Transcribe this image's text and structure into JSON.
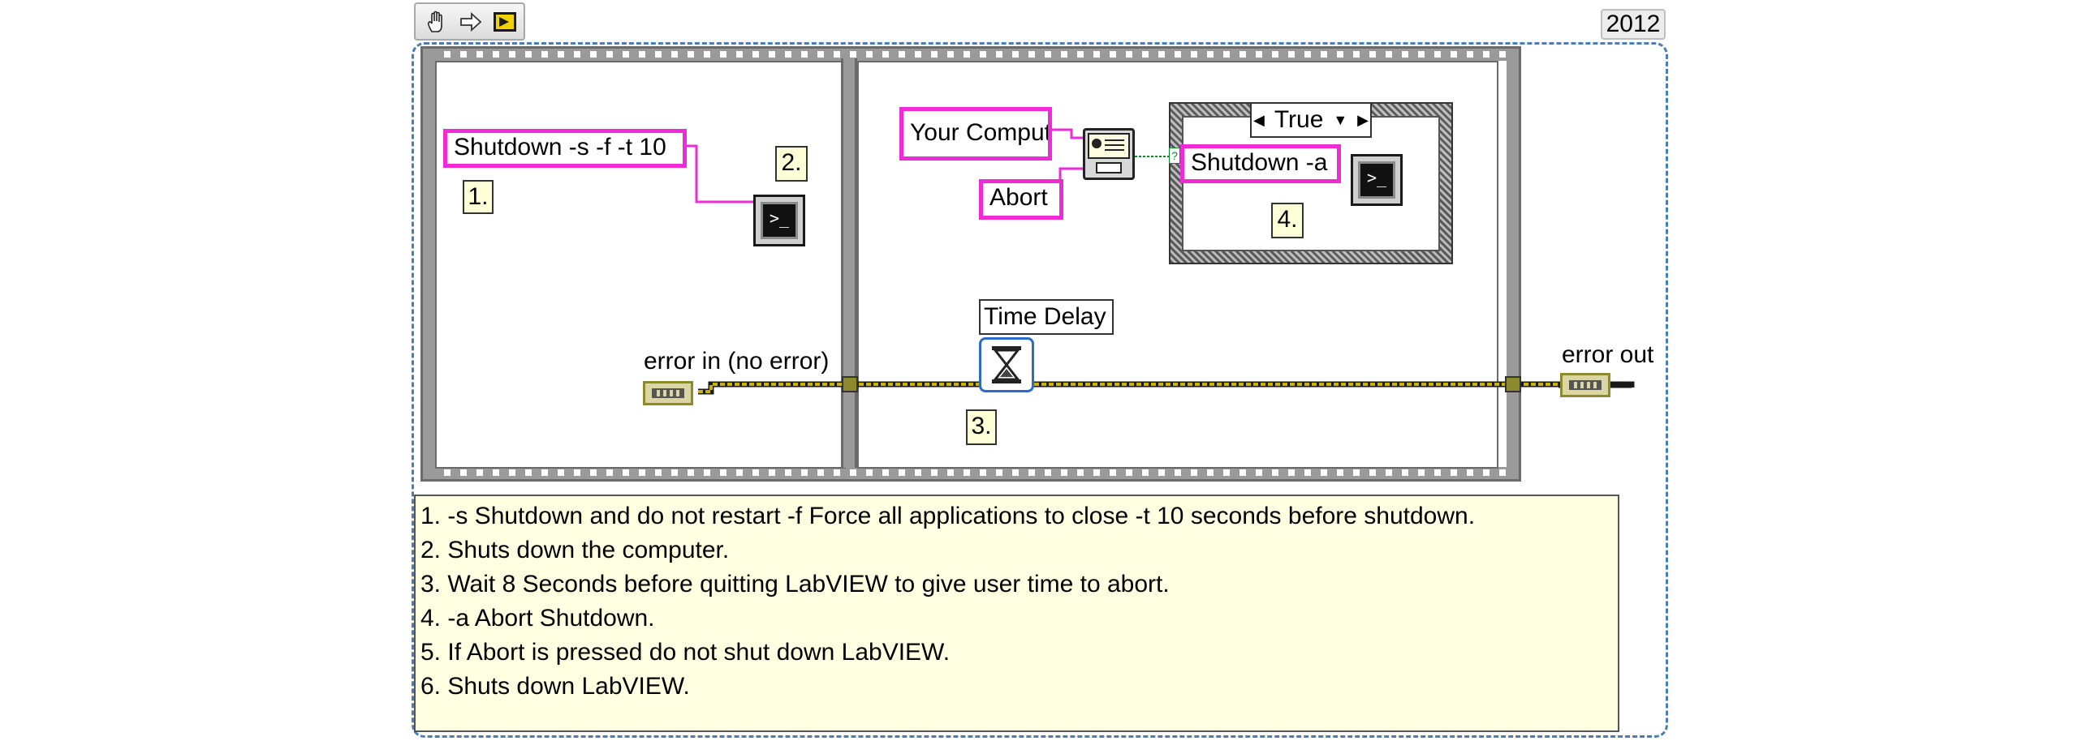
{
  "version": "2012",
  "toolbar": {
    "icons": [
      "hand-icon",
      "arrow-right-icon",
      "labview-vi-icon"
    ]
  },
  "frame1": {
    "command_string": "Shutdown -s -f -t 10",
    "label_1": "1.",
    "label_2": "2."
  },
  "frame2": {
    "dialog_message": "Your Computer ...",
    "dialog_button": "Abort",
    "case_selector": "True",
    "abort_command": "Shutdown -a",
    "label_3": "3.",
    "label_4": "4.",
    "time_delay": "Time Delay"
  },
  "terminals": {
    "error_in": "error in (no error)",
    "error_out": "error out"
  },
  "comment_lines": [
    "1. -s Shutdown and do not restart -f Force all applications to close -t 10 seconds before shutdown.",
    "2. Shuts down the computer.",
    "3. Wait 8 Seconds before quitting LabVIEW to give user time to abort.",
    "4. -a Abort Shutdown.",
    "5. If Abort is pressed do not shut down LabVIEW.",
    "6. Shuts down LabVIEW."
  ],
  "colors": {
    "string_wire": "#ee2bd6",
    "error_wire": "#c8b400",
    "frame_border": "#4a7fb0"
  }
}
